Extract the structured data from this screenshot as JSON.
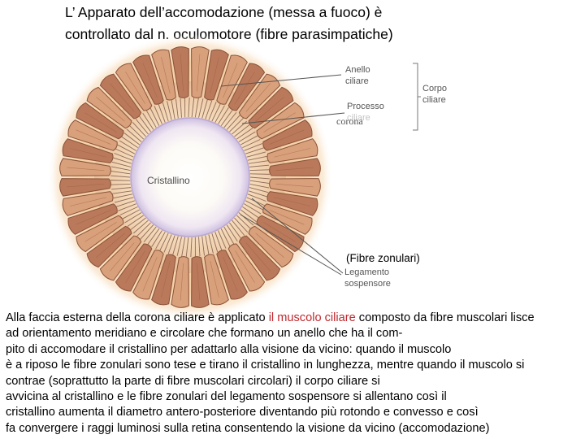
{
  "title": {
    "line1": "L’ Apparato  dell’accomodazione  (messa a fuoco) è",
    "line2": "controllato dal n. oculomotore (fibre parasimpatiche)"
  },
  "diagram": {
    "labels": {
      "anello_line1": "Anello",
      "anello_line2": "ciliare",
      "processo_line1": "Processo",
      "processo_line2": "ciliare",
      "corona": "corona",
      "corpo_line1": "Corpo",
      "corpo_line2": "ciliare",
      "cristallino": "Cristallino",
      "fibre_zonulari": "(Fibre zonulari)",
      "legamento_line1": "Legamento",
      "legamento_line2": "sospensore"
    },
    "colors": {
      "muscle_outer": "#b9795a",
      "muscle_inner": "#d9a07c",
      "halo": "#f2c79a",
      "lens_center": "#ffffff",
      "lens_edge": "#d6c8e6"
    }
  },
  "paragraph": {
    "line1_pre": "Alla faccia esterna della corona ciliare è applicato ",
    "line1_highlight": "il muscolo ciliare",
    "line1_post": " composto da   fibre muscolari  lisce",
    "line2": "ad orientamento meridiano e circolare che formano un anello che ha il com-",
    "line3": "pito di accomodare il cristallino per adattarlo alla visione da vicino: quando il muscolo",
    "line4": "è a riposo le fibre zonulari sono tese e tirano il cristallino in lunghezza, mentre quando il muscolo si",
    "line5": "contrae (soprattutto la parte di fibre muscolari circolari)   il corpo ciliare  si",
    "line6": " avvicina al cristallino e le fibre zonulari del legamento sospensore  si allentano così  il",
    "line7": "cristallino aumenta il  diametro antero-posteriore diventando più rotondo e convesso e così",
    "line8": "fa convergere i raggi luminosi sulla retina consentendo la visione da vicino (accomodazione)"
  }
}
